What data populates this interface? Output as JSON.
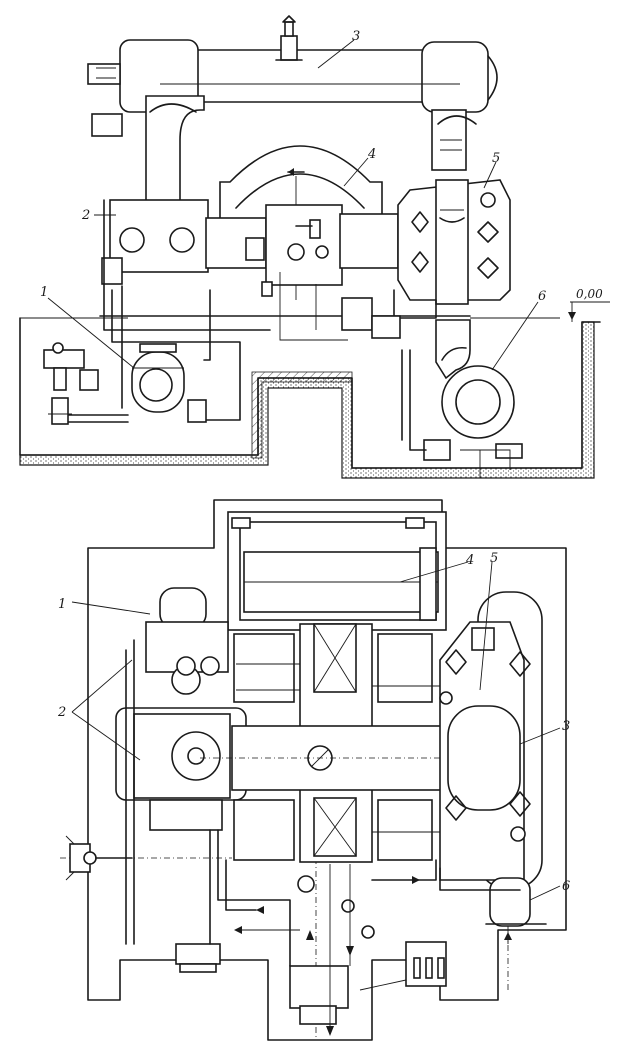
{
  "callouts_top": [
    {
      "id": "callout-1-top",
      "text": "1"
    },
    {
      "id": "callout-2-top",
      "text": "2"
    },
    {
      "id": "callout-3-top",
      "text": "3"
    },
    {
      "id": "callout-4-top",
      "text": "4"
    },
    {
      "id": "callout-5-top",
      "text": "5"
    },
    {
      "id": "callout-6-top",
      "text": "6"
    }
  ],
  "level_mark": "0,00",
  "callouts_bottom": [
    {
      "id": "callout-1-bottom",
      "text": "1"
    },
    {
      "id": "callout-2-bottom",
      "text": "2"
    },
    {
      "id": "callout-3-bottom",
      "text": "3"
    },
    {
      "id": "callout-4-bottom",
      "text": "4"
    },
    {
      "id": "callout-5-bottom",
      "text": "5"
    },
    {
      "id": "callout-6-bottom",
      "text": "6"
    }
  ],
  "colors": {
    "ink": "#1a1a1a",
    "paper": "#ffffff"
  }
}
